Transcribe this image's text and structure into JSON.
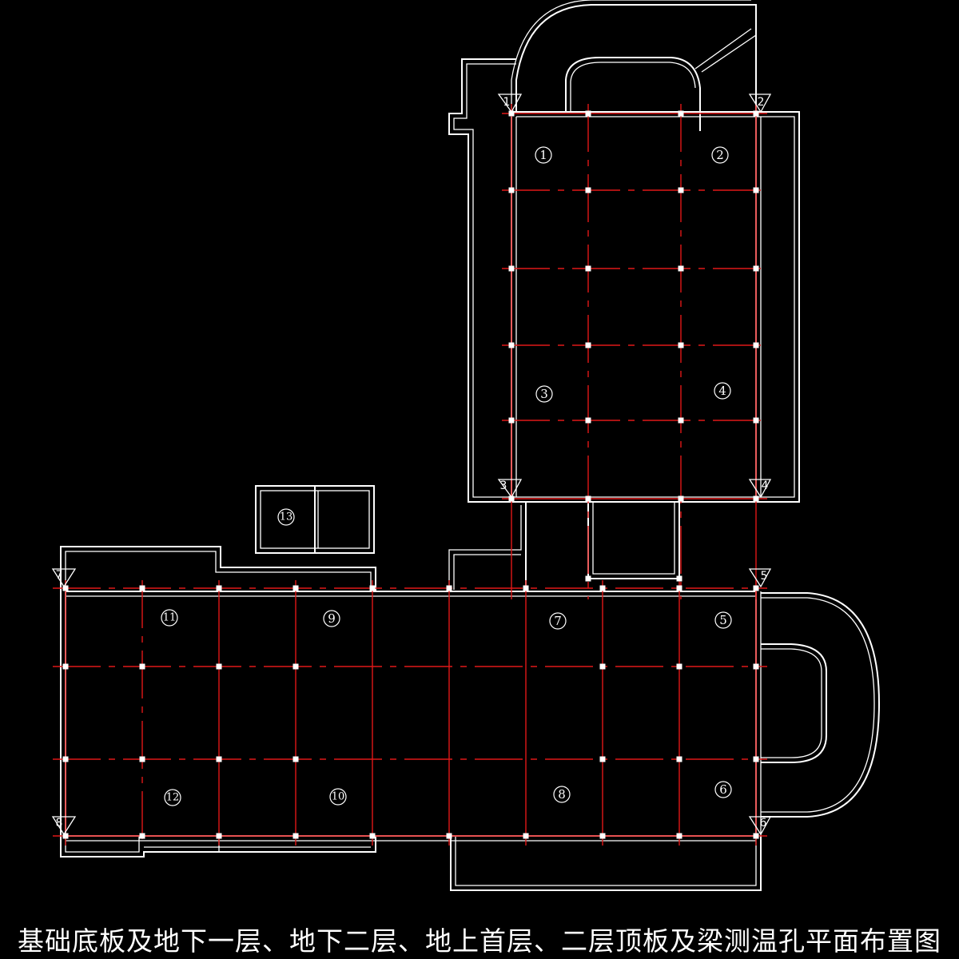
{
  "caption": "基础底板及地下一层、地下二层、地上首层、二层顶板及梁测温孔平面布置图",
  "colors": {
    "background": "#000000",
    "outline": "#ffffff",
    "axis": "#e01818"
  },
  "holes": [
    {
      "label": "1"
    },
    {
      "label": "2"
    },
    {
      "label": "3"
    },
    {
      "label": "4"
    },
    {
      "label": "5"
    },
    {
      "label": "6"
    },
    {
      "label": "7"
    },
    {
      "label": "8"
    },
    {
      "label": "9"
    },
    {
      "label": "10"
    },
    {
      "label": "11"
    },
    {
      "label": "12"
    },
    {
      "label": "13"
    }
  ],
  "points": [
    {
      "label": "1"
    },
    {
      "label": "2"
    },
    {
      "label": "3"
    },
    {
      "label": "4"
    },
    {
      "label": "5"
    },
    {
      "label": "6"
    },
    {
      "label": "7"
    },
    {
      "label": "8"
    }
  ]
}
